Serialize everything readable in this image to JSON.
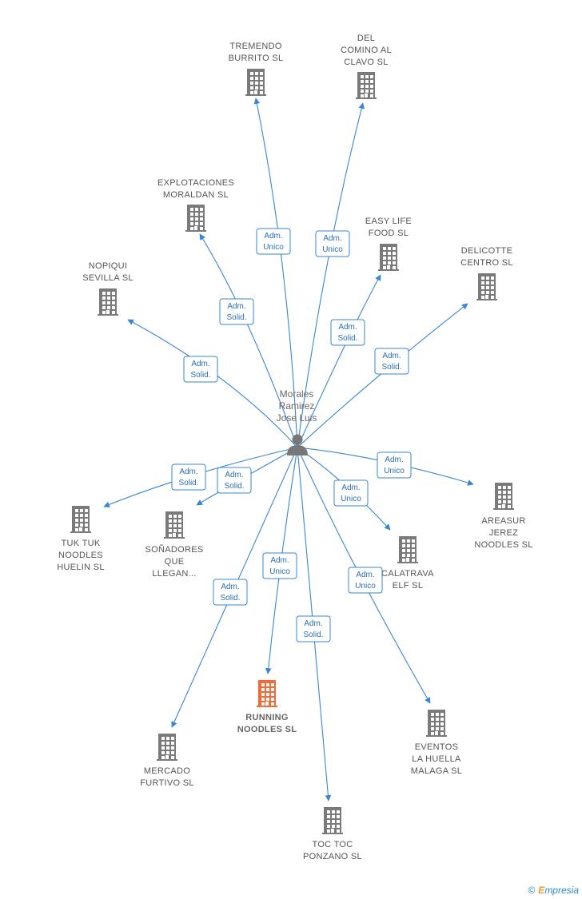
{
  "person": {
    "name_lines": [
      "Morales",
      "Ramirez",
      "Jose Luis"
    ],
    "icon": "person-icon"
  },
  "companies": [
    {
      "id": "tremendo-burrito",
      "lines": [
        "TREMENDO",
        "BURRITO  SL"
      ],
      "icon": "building-icon"
    },
    {
      "id": "del-comino",
      "lines": [
        "DEL",
        "COMINO AL",
        "CLAVO  SL"
      ],
      "icon": "building-icon"
    },
    {
      "id": "explotaciones-moraldan",
      "lines": [
        "EXPLOTACIONES",
        "MORALDAN  SL"
      ],
      "icon": "building-icon"
    },
    {
      "id": "easy-life-food",
      "lines": [
        "EASY LIFE",
        "FOOD  SL"
      ],
      "icon": "building-icon"
    },
    {
      "id": "delicotte-centro",
      "lines": [
        "DELICOTTE",
        "CENTRO  SL"
      ],
      "icon": "building-icon"
    },
    {
      "id": "nopiqui-sevilla",
      "lines": [
        "NOPIQUI",
        "SEVILLA  SL"
      ],
      "icon": "building-icon"
    },
    {
      "id": "tuk-tuk",
      "lines": [
        "TUK TUK",
        "NOODLES",
        "HUELIN  SL"
      ],
      "icon": "building-icon"
    },
    {
      "id": "sonadores",
      "lines": [
        "SOÑADORES",
        "QUE",
        "LLEGAN..."
      ],
      "icon": "building-icon"
    },
    {
      "id": "areasur-jerez",
      "lines": [
        "AREASUR",
        "JEREZ",
        "NOODLES  SL"
      ],
      "icon": "building-icon"
    },
    {
      "id": "calatrava-elf",
      "lines": [
        "CALATRAVA",
        "ELF  SL"
      ],
      "icon": "building-icon"
    },
    {
      "id": "running-noodles",
      "lines": [
        "RUNNING",
        "NOODLES  SL"
      ],
      "icon": "building-icon",
      "highlight": true
    },
    {
      "id": "mercado-furtivo",
      "lines": [
        "MERCADO",
        "FURTIVO  SL"
      ],
      "icon": "building-icon"
    },
    {
      "id": "eventos-huella",
      "lines": [
        "EVENTOS",
        "LA HUELLA",
        "MALAGA  SL"
      ],
      "icon": "building-icon"
    },
    {
      "id": "toc-toc",
      "lines": [
        "TOC TOC",
        "PONZANO  SL"
      ],
      "icon": "building-icon"
    }
  ],
  "edges": [
    {
      "to": "tremendo-burrito",
      "role": [
        "Adm.",
        "Unico"
      ]
    },
    {
      "to": "del-comino",
      "role": [
        "Adm.",
        "Unico"
      ]
    },
    {
      "to": "explotaciones-moraldan",
      "role": [
        "Adm.",
        "Solid."
      ]
    },
    {
      "to": "easy-life-food",
      "role": [
        "Adm.",
        "Solid."
      ]
    },
    {
      "to": "delicotte-centro",
      "role": [
        "Adm.",
        "Solid."
      ]
    },
    {
      "to": "nopiqui-sevilla",
      "role": [
        "Adm.",
        "Solid."
      ]
    },
    {
      "to": "tuk-tuk",
      "role": [
        "Adm.",
        "Solid."
      ]
    },
    {
      "to": "sonadores",
      "role": [
        "Adm.",
        "Solid."
      ]
    },
    {
      "to": "areasur-jerez",
      "role": [
        "Adm.",
        "Unico"
      ]
    },
    {
      "to": "calatrava-elf",
      "role": [
        "Adm.",
        "Unico"
      ]
    },
    {
      "to": "running-noodles",
      "role": [
        "Adm.",
        "Unico"
      ]
    },
    {
      "to": "mercado-furtivo",
      "role": [
        "Adm.",
        "Solid."
      ]
    },
    {
      "to": "eventos-huella",
      "role": [
        "Adm.",
        "Unico"
      ]
    },
    {
      "to": "toc-toc",
      "role": [
        "Adm.",
        "Solid."
      ]
    }
  ],
  "colors": {
    "edge": "#3a86d4",
    "building": "#7a7a7a",
    "building_highlight": "#f26a35",
    "person": "#777777",
    "role_border": "#3a86d4",
    "role_text": "#2c6fb5"
  },
  "footer": {
    "copyright": "©",
    "brand_first": "E",
    "brand_rest": "mpresia"
  }
}
